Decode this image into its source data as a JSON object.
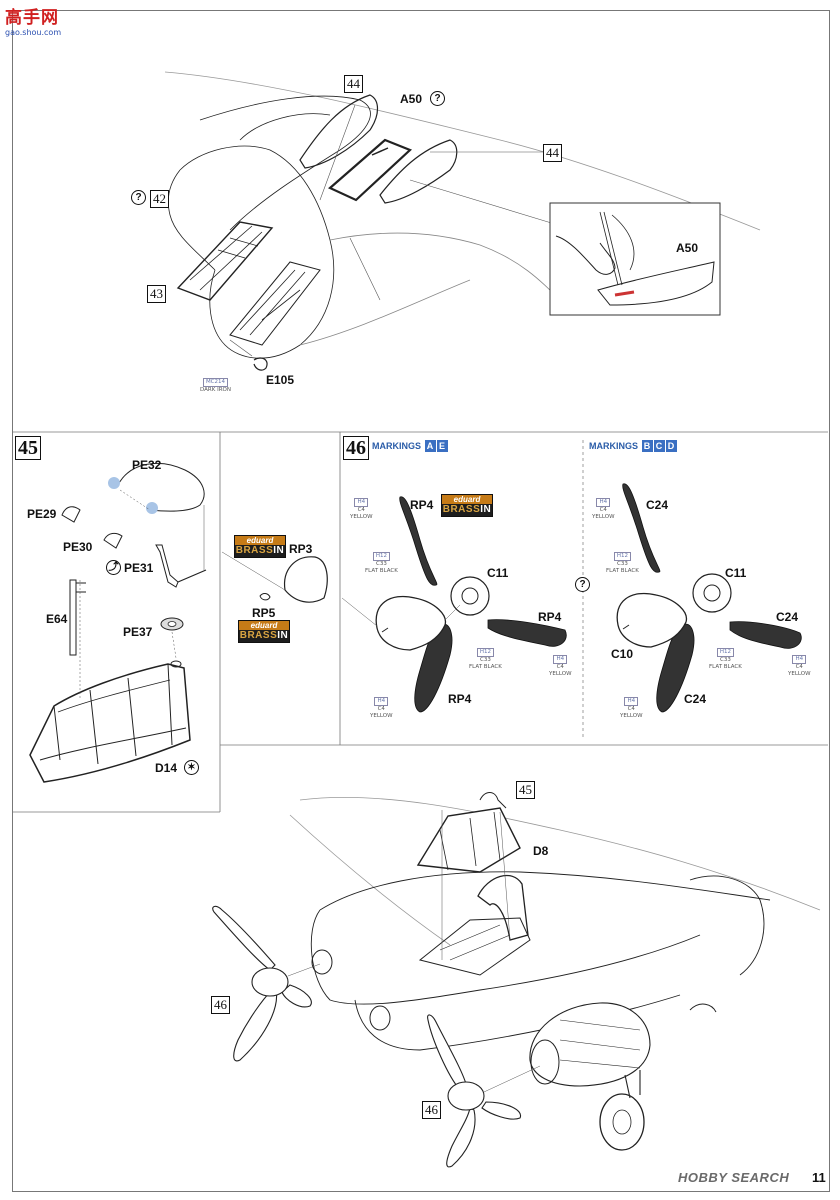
{
  "watermark": {
    "logo_text": "高手网",
    "logo_sub": "gao.shou.com",
    "hobby_search": "HOBBY SEARCH",
    "page_number": "11"
  },
  "top_section": {
    "part_44_a": "44",
    "part_44_b": "44",
    "part_42": "42",
    "part_43": "43",
    "part_a50": "A50",
    "part_a50_detail": "A50",
    "part_e105": "E105",
    "paint_code": "MC214",
    "paint_name": "DARK IRON"
  },
  "step45": {
    "step_number": "45",
    "parts": {
      "pe32": "PE32",
      "pe29": "PE29",
      "pe30": "PE30",
      "pe31": "PE31",
      "pe37": "PE37",
      "e64": "E64",
      "d14": "D14"
    }
  },
  "brassin_panel": {
    "brand_top": "eduard",
    "brand_bottom_a": "BRASS",
    "brand_bottom_b": "IN",
    "rp3": "RP3",
    "rp5": "RP5"
  },
  "step46": {
    "step_number": "46",
    "markings_label": "MARKINGS",
    "markings_left": [
      "A",
      "E"
    ],
    "markings_right": [
      "B",
      "C",
      "D"
    ],
    "left": {
      "rp4_top": "RP4",
      "c11": "C11",
      "rp4_right": "RP4",
      "rp4_bottom": "RP4"
    },
    "right": {
      "c24_top": "C24",
      "c11": "C11",
      "c24_right": "C24",
      "c10": "C10",
      "c24_bottom": "C24"
    },
    "paint_yellow": {
      "code1": "H4",
      "code2": "C4",
      "name": "YELLOW"
    },
    "paint_black": {
      "code1": "H12",
      "code2": "C33",
      "name": "FLAT BLACK"
    }
  },
  "bottom_section": {
    "part_45": "45",
    "part_d8": "D8",
    "part_46_a": "46",
    "part_46_b": "46"
  }
}
